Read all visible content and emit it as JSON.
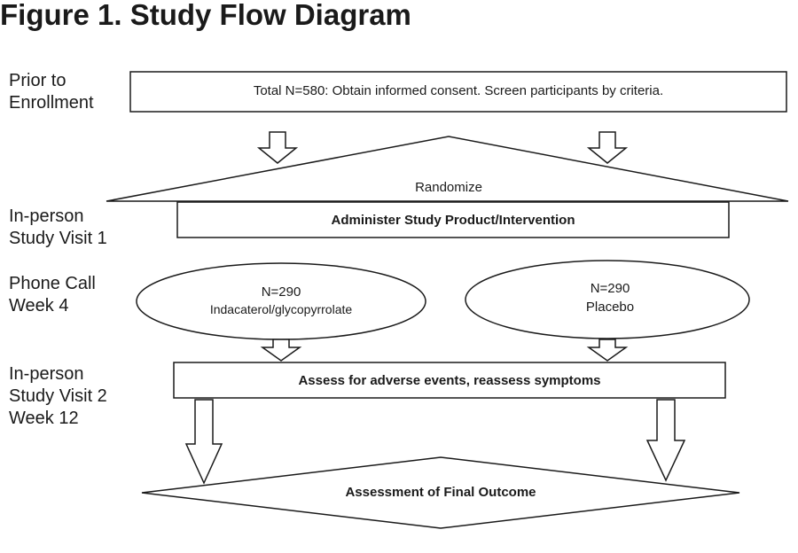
{
  "title": "Figure 1. Study Flow Diagram",
  "row_labels": {
    "enrollment": [
      "Prior to",
      "Enrollment"
    ],
    "visit1": [
      "In-person",
      "Study Visit 1"
    ],
    "phone": [
      "Phone Call",
      "Week 4"
    ],
    "visit2": [
      "In-person",
      "Study Visit 2",
      "Week 12"
    ]
  },
  "boxes": {
    "screening": "Total N=580:  Obtain informed consent. Screen participants by criteria.",
    "randomize": "Randomize",
    "administer": "Administer Study Product/Intervention",
    "assess": "Assess for adverse events, reassess symptoms",
    "final": "Assessment of Final Outcome"
  },
  "arms": [
    {
      "n": "N=290",
      "name": "Indacaterol/glycopyrrolate"
    },
    {
      "n": "N=290",
      "name": "Placebo"
    }
  ]
}
